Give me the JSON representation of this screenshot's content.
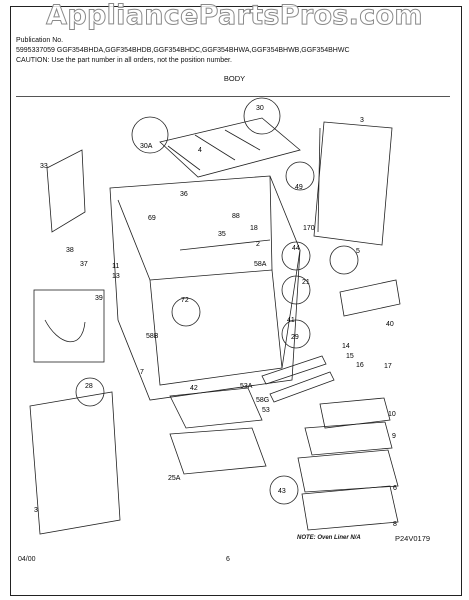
{
  "watermark": "AppliancePartsPros.com",
  "header": {
    "line1": "Publication No.",
    "line2": "5995337059 GGF354BHDA,GGF354BHDB,GGF354BHDC,GGF354BHWA,GGF354BHWB,GGF354BHWC",
    "line3": "CAUTION: Use the part number in all orders, not the position number."
  },
  "section_title": "BODY",
  "callouts": [
    "30",
    "30A",
    "4",
    "49",
    "3",
    "33",
    "36",
    "69",
    "88",
    "18",
    "35",
    "2",
    "170",
    "5",
    "44",
    "21",
    "38",
    "37",
    "13",
    "11",
    "58A",
    "72",
    "39",
    "41",
    "29",
    "40",
    "14",
    "15",
    "16",
    "17",
    "58B",
    "7",
    "42",
    "53A",
    "58G",
    "53",
    "10",
    "9",
    "28",
    "25A",
    "43",
    "6",
    "8"
  ],
  "footer": {
    "date": "04/00",
    "page": "6",
    "note": "NOTE: Oven Liner N/A",
    "diagram_code": "P24V0179"
  }
}
